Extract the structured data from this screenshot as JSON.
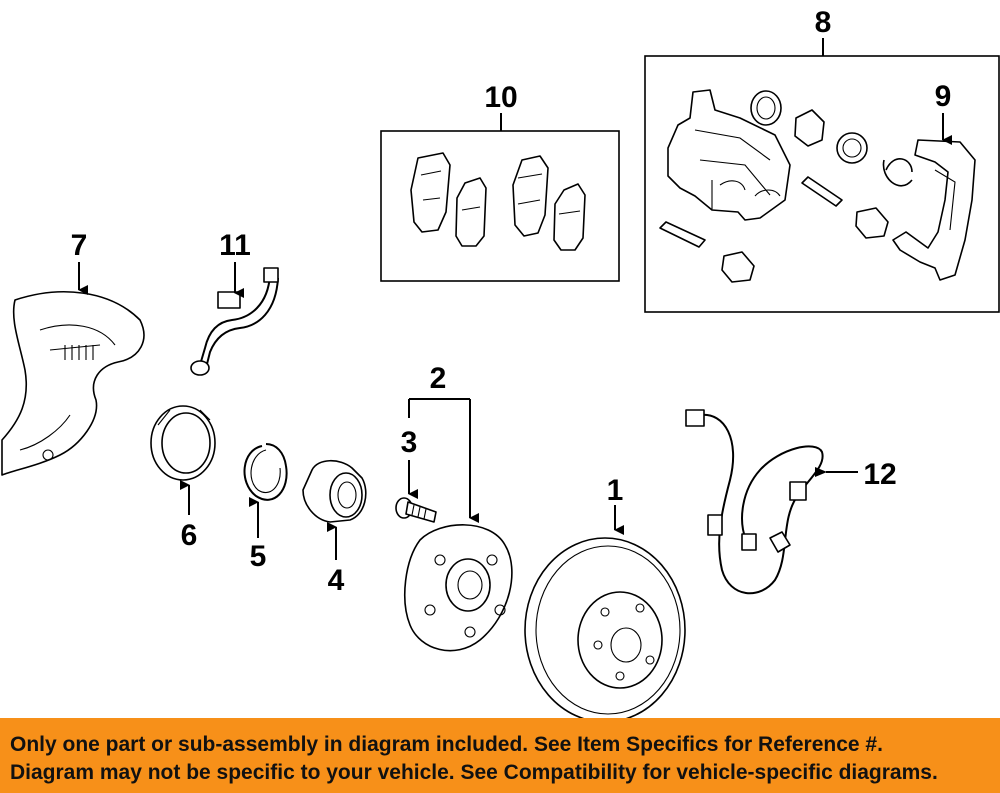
{
  "callouts": {
    "c1": "1",
    "c2": "2",
    "c3": "3",
    "c4": "4",
    "c5": "5",
    "c6": "6",
    "c7": "7",
    "c8": "8",
    "c9": "9",
    "c10": "10",
    "c11": "11",
    "c12": "12"
  },
  "banner": {
    "line1": "Only one part or sub-assembly in diagram included. See Item Specifics for Reference #.",
    "line2": "Diagram may not be specific to your vehicle. See Compatibility for vehicle-specific diagrams."
  },
  "colors": {
    "banner_background": "#f79019",
    "ink": "#000000"
  }
}
